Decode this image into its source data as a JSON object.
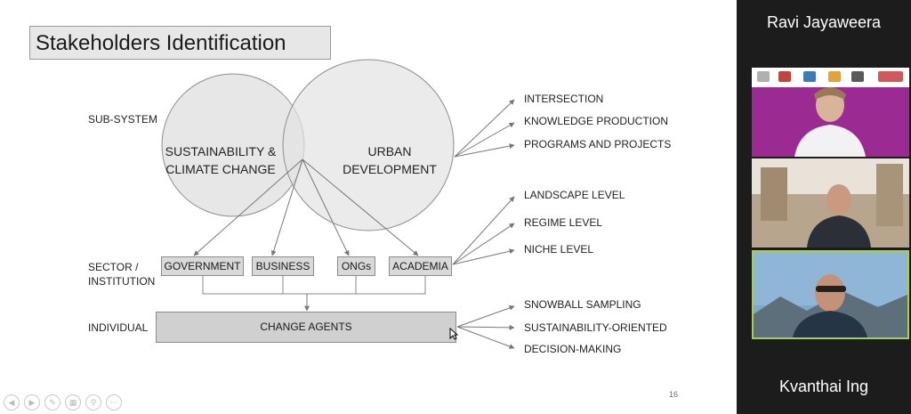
{
  "slide": {
    "title": "Stakeholders Identification",
    "page_number": "16",
    "row_labels": {
      "subsystem": "SUB-SYSTEM",
      "sector_line1": "SECTOR /",
      "sector_line2": "INSTITUTION",
      "individual": "INDIVIDUAL"
    },
    "circles": {
      "left_line1": "SUSTAINABILITY &",
      "left_line2": "CLIMATE CHANGE",
      "right_line1": "URBAN",
      "right_line2": "DEVELOPMENT"
    },
    "sectors": [
      "GOVERNMENT",
      "BUSINESS",
      "ONGs",
      "ACADEMIA"
    ],
    "change_agents": "CHANGE AGENTS",
    "subsystem_outcomes": [
      "INTERSECTION",
      "KNOWLEDGE PRODUCTION",
      "PROGRAMS AND PROJECTS"
    ],
    "sector_outcomes": [
      "LANDSCAPE LEVEL",
      "REGIME LEVEL",
      "NICHE LEVEL"
    ],
    "agent_outcomes": [
      "SNOWBALL SAMPLING",
      "SUSTAINABILITY-ORIENTED",
      "DECISION-MAKING"
    ]
  },
  "participants": {
    "top_name": "Ravi Jayaweera",
    "bottom_name": "Kvanthai Ing"
  },
  "colors": {
    "slide_bg": "#ffffff",
    "panel_bg": "#1c1c1c",
    "video1_bg": "#9b2a93",
    "active_speaker_border": "#a4d04f"
  }
}
